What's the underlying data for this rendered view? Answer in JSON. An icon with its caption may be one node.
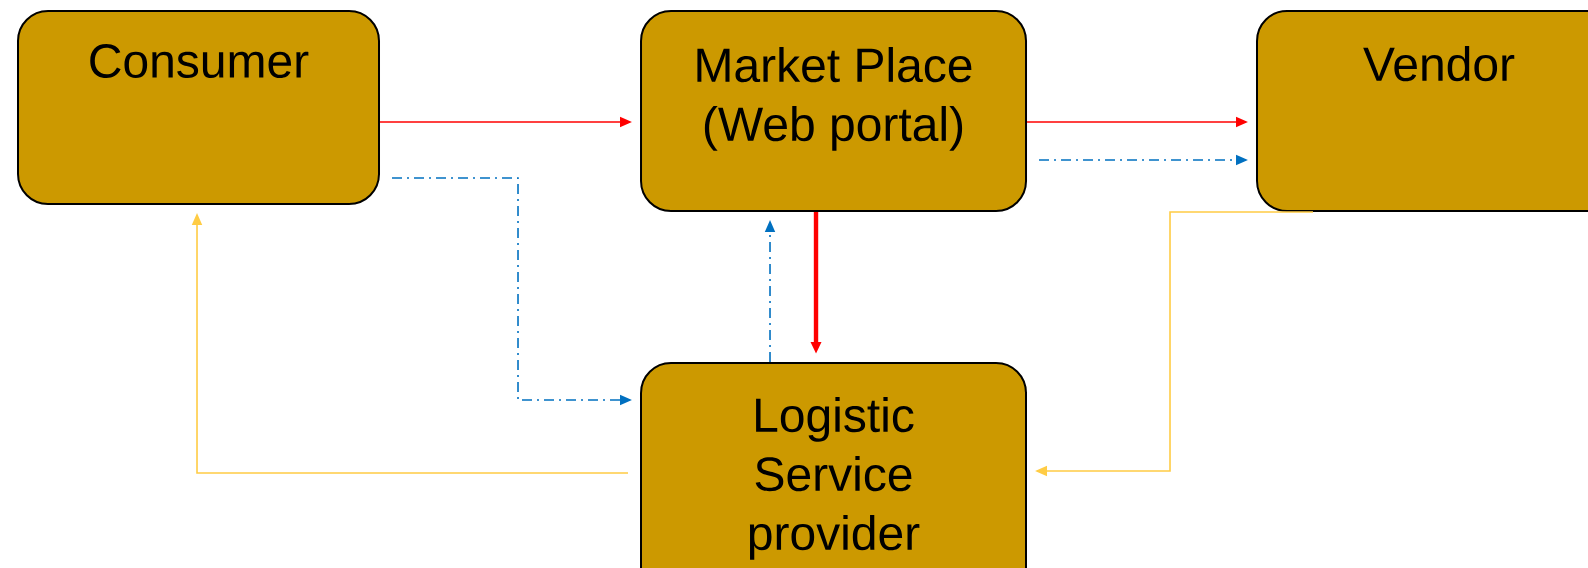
{
  "diagram": {
    "nodes": [
      {
        "text": [
          "Consumer"
        ]
      },
      {
        "text": [
          "Market Place (Web portal)"
        ]
      },
      {
        "text": [
          "Vendor"
        ]
      },
      {
        "text": [
          "Logistic Service provider"
        ]
      }
    ],
    "edges": [
      {
        "from": 0,
        "to": 1,
        "arrow": "to",
        "color": "#ff0000"
      },
      {
        "from": 1,
        "to": 2,
        "arrow": "to",
        "color": "#ff0000"
      },
      {
        "from": 1,
        "to": 2,
        "arrow": "to",
        "style": "dashed",
        "color": "#0070c0"
      },
      {
        "from": 1,
        "to": 3,
        "arrow": "to",
        "style": "thick",
        "color": "#ff0000"
      },
      {
        "from": 3,
        "to": 1,
        "arrow": "to",
        "style": "dashed",
        "color": "#0070c0"
      },
      {
        "from": 0,
        "to": 3,
        "arrow": "to",
        "style": "dashed",
        "color": "#0070c0"
      },
      {
        "from": 3,
        "to": 0,
        "arrow": "to",
        "color": "#ffcc44"
      },
      {
        "from": 2,
        "to": 3,
        "arrow": "to",
        "color": "#ffcc44"
      }
    ]
  }
}
